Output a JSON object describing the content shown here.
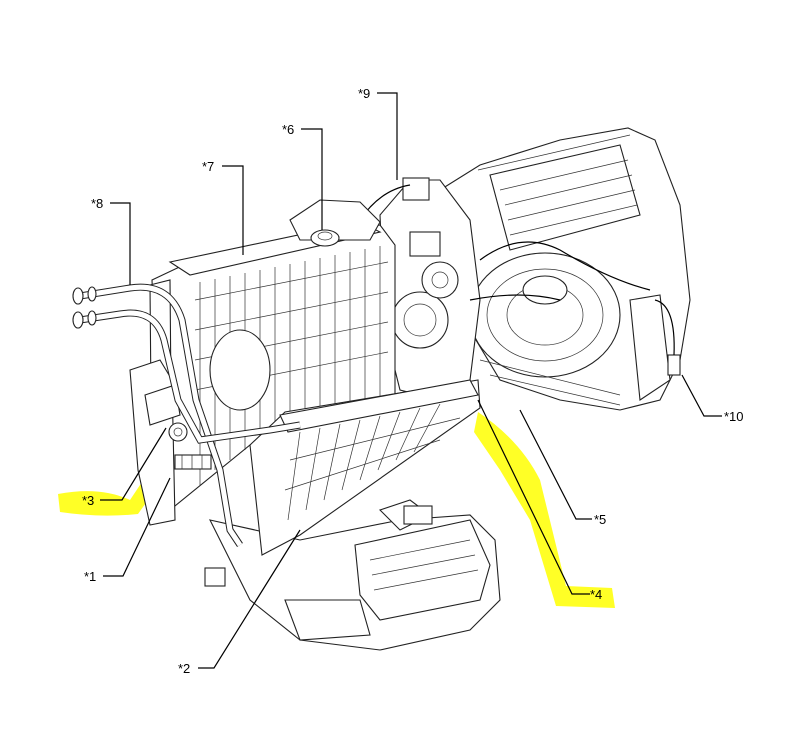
{
  "callouts": [
    {
      "id": "c1",
      "label": "*1"
    },
    {
      "id": "c2",
      "label": "*2"
    },
    {
      "id": "c3",
      "label": "*3"
    },
    {
      "id": "c4",
      "label": "*4"
    },
    {
      "id": "c5",
      "label": "*5"
    },
    {
      "id": "c6",
      "label": "*6"
    },
    {
      "id": "c7",
      "label": "*7"
    },
    {
      "id": "c8",
      "label": "*8"
    },
    {
      "id": "c9",
      "label": "*9"
    },
    {
      "id": "c10",
      "label": "*10"
    }
  ],
  "highlight_color": "#ffff00"
}
